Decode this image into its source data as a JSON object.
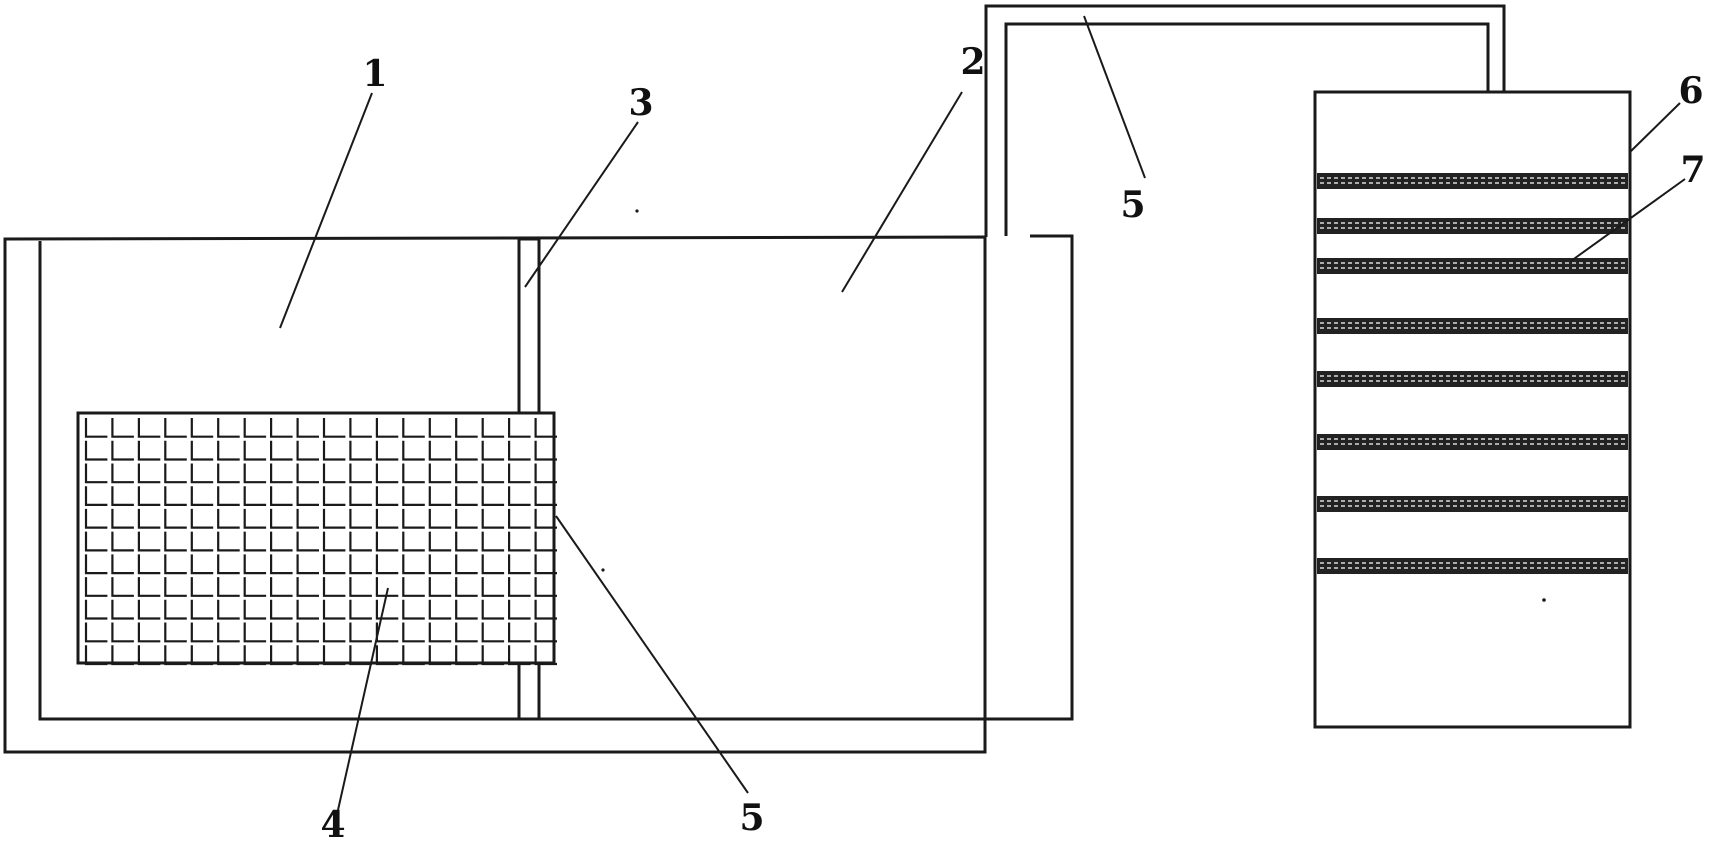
{
  "labels": {
    "tank_left": "1",
    "tank_right": "2",
    "partition": "3",
    "grid_block": "4",
    "pipe_lower": "5",
    "pipe_upper": "5",
    "column": "6",
    "plate": "7"
  },
  "colors": {
    "line": "#1a1a1a",
    "background": "#ffffff",
    "plate_band": "#222222"
  }
}
